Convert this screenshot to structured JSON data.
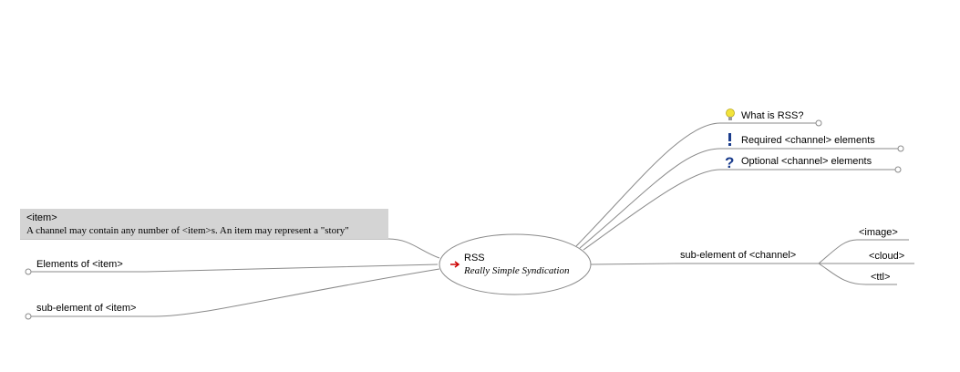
{
  "root": {
    "title": "RSS",
    "subtitle": "Really Simple Syndication",
    "arrow_icon": "red-arrow-icon"
  },
  "right_branches": [
    {
      "label": "What is RSS?",
      "icon": "lightbulb-icon"
    },
    {
      "label": "Required <channel> elements",
      "icon": "exclamation-icon"
    },
    {
      "label": "Optional <channel> elements",
      "icon": "question-icon"
    }
  ],
  "channel_branch": {
    "label": "sub-element of <channel>",
    "children": [
      "<image>",
      "<cloud>",
      "<ttl>"
    ]
  },
  "left_branches": {
    "note": {
      "title": "<item>",
      "body": "A channel may contain any number of <item>s. An item may represent a \"story\""
    },
    "elements": "Elements of <item>",
    "sub_element": "sub-element of <item>"
  },
  "colors": {
    "line": "#8a8a8a",
    "note_bg": "#d4d4d4",
    "arrow": "#cc0000",
    "icon_blue": "#1a3c8c",
    "bulb": "#f2e33a"
  }
}
